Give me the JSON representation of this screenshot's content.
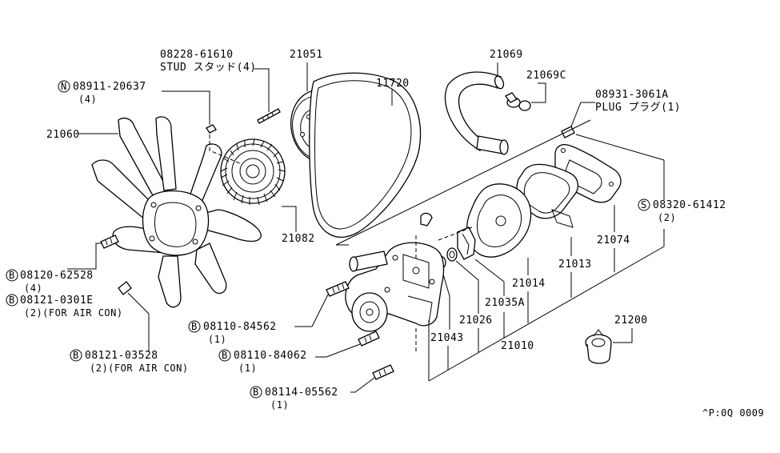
{
  "callouts": {
    "stud_part": "08228-61610",
    "stud_desc": "STUD スタッド(4)",
    "pulley": "21051",
    "belt": "11720",
    "hose": "21069",
    "clamp": "21069C",
    "plug_part": "08931-3061A",
    "plug_desc": "PLUG プラグ(1)",
    "nut_prefix": "N",
    "nut_part": "08911-20637",
    "nut_qty": "(4)",
    "fan": "21060",
    "clutch": "21082",
    "bolt_s_prefix": "S",
    "bolt_s_part": "08320-61412",
    "bolt_s_qty": "(2)",
    "housing_cover": "21074",
    "gasket": "21013",
    "impeller": "21014",
    "seal": "21035A",
    "shaft": "21026",
    "bearing": "21043",
    "pump_assy": "21010",
    "thermostat": "21200",
    "bolt_b1_prefix": "B",
    "bolt_b1_part": "08120-62528",
    "bolt_b1_qty": "(4)",
    "bolt_b2_prefix": "B",
    "bolt_b2_part": "08121-0301E",
    "bolt_b2_qty": "(2)(FOR AIR CON)",
    "bolt_b3_prefix": "B",
    "bolt_b3_part": "08121-03528",
    "bolt_b3_qty": "(2)(FOR AIR CON)",
    "bolt_b4_prefix": "B",
    "bolt_b4_part": "08110-84562",
    "bolt_b4_qty": "(1)",
    "bolt_b5_prefix": "B",
    "bolt_b5_part": "08110-84062",
    "bolt_b5_qty": "(1)",
    "bolt_b6_prefix": "B",
    "bolt_b6_part": "08114-05562",
    "bolt_b6_qty": "(1)"
  },
  "footer": {
    "code": "^P:0Q 0009"
  }
}
